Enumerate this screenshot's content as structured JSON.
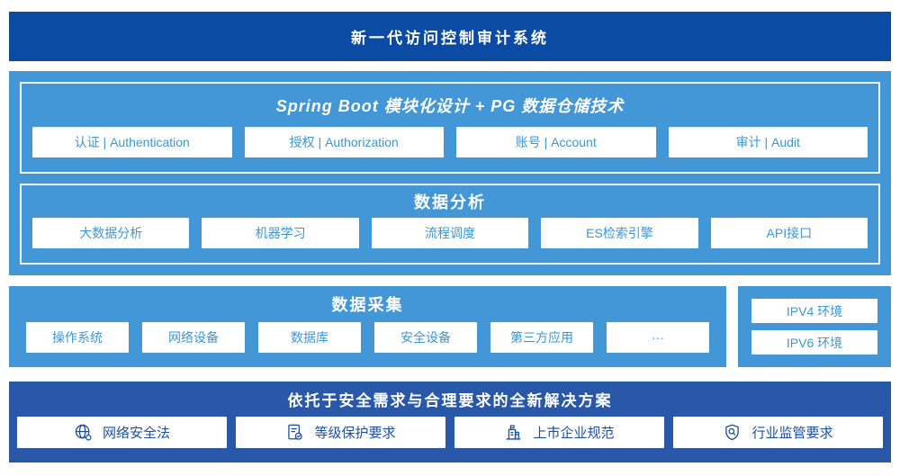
{
  "banner": {
    "title": "新一代访问控制审计系统"
  },
  "platform": {
    "modules": {
      "title": "Spring Boot 模块化设计 + PG 数据仓储技术",
      "items": [
        "认证 | Authentication",
        "授权 | Authorization",
        "账号 | Account",
        "审计 | Audit"
      ]
    },
    "analysis": {
      "title": "数据分析",
      "items": [
        "大数据分析",
        "机器学习",
        "流程调度",
        "ES检索引擎",
        "API接口"
      ]
    }
  },
  "collection": {
    "title": "数据采集",
    "items": [
      "操作系统",
      "网络设备",
      "数据库",
      "安全设备",
      "第三方应用",
      "···"
    ],
    "environments": [
      "IPV4 环境",
      "IPV6 环境"
    ]
  },
  "solution": {
    "title": "依托于安全需求与合理要求的全新解决方案",
    "items": [
      {
        "icon": "globe-icon",
        "label": "网络安全法"
      },
      {
        "icon": "document-check-icon",
        "label": "等级保护要求"
      },
      {
        "icon": "building-flag-icon",
        "label": "上市企业规范"
      },
      {
        "icon": "shield-magnifier-icon",
        "label": "行业监管要求"
      }
    ]
  },
  "colors": {
    "banner_blue": "#0C4BA3",
    "light_blue": "#4397D7",
    "solution_blue": "#2A58A8",
    "box_text_blue": "#3E96D3",
    "solution_text_blue": "#1D4F9F"
  }
}
